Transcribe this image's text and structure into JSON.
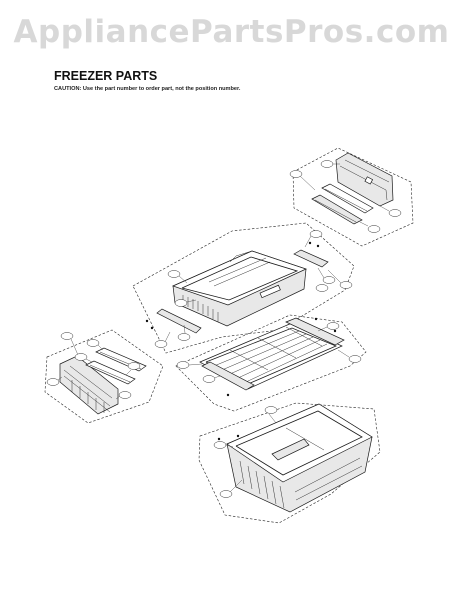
{
  "watermark": "AppliancePartsPros.com",
  "header": {
    "title": "FREEZER PARTS",
    "caution": "CAUTION: Use the part number to order part, not the position number."
  },
  "colors": {
    "watermark": "#d8d8d8",
    "ink": "#1a1a1a"
  }
}
